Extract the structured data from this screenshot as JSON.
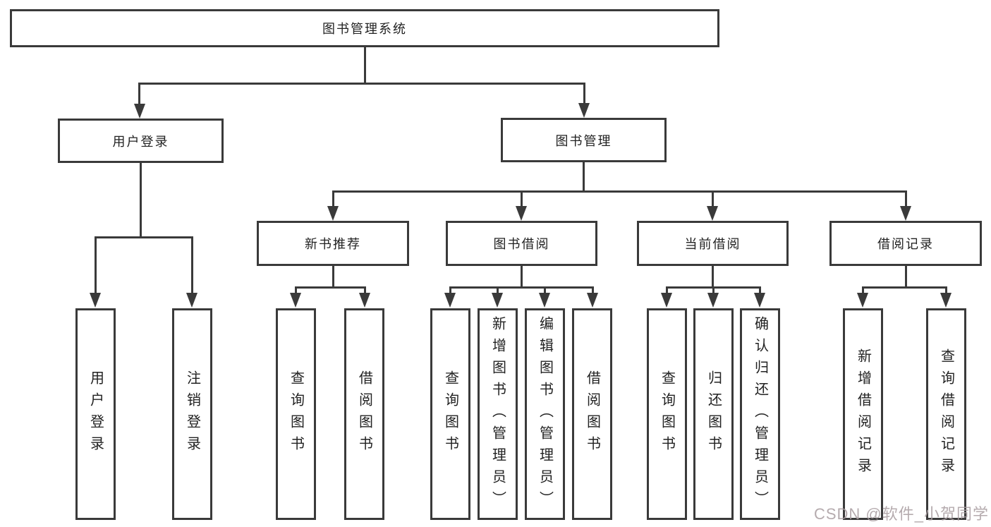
{
  "tree": {
    "label": "图书管理系统",
    "children": [
      {
        "label": "用户登录",
        "children": [
          {
            "label": "用户登录"
          },
          {
            "label": "注销登录"
          }
        ]
      },
      {
        "label": "图书管理",
        "children": [
          {
            "label": "新书推荐",
            "children": [
              {
                "label": "查询图书"
              },
              {
                "label": "借阅图书"
              }
            ]
          },
          {
            "label": "图书借阅",
            "children": [
              {
                "label": "查询图书"
              },
              {
                "label": "新增图书（管理员）"
              },
              {
                "label": "编辑图书（管理员）"
              },
              {
                "label": "借阅图书"
              }
            ]
          },
          {
            "label": "当前借阅",
            "children": [
              {
                "label": "查询图书"
              },
              {
                "label": "归还图书"
              },
              {
                "label": "确认归还（管理员）"
              }
            ]
          },
          {
            "label": "借阅记录",
            "children": [
              {
                "label": "新增借阅记录"
              },
              {
                "label": "查询借阅记录"
              }
            ]
          }
        ]
      }
    ]
  },
  "watermark": {
    "text": "CSDN @软件_小贺同学"
  },
  "colors": {
    "line": "#3a3a3a",
    "text": "#222222",
    "background": "#ffffff",
    "watermark": "#a89ca0"
  }
}
